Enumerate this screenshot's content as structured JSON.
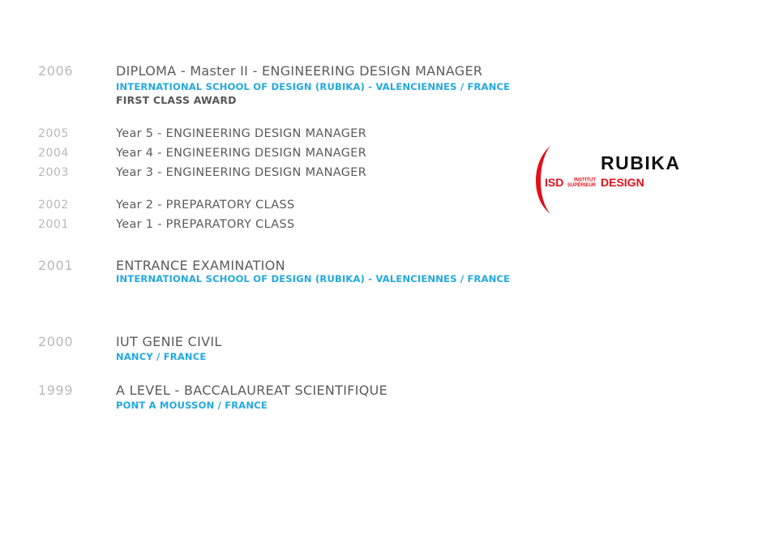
{
  "entries": [
    {
      "year": "2006",
      "title": "DIPLOMA - Master II - ENGINEERING DESIGN MANAGER",
      "sub": "INTERNATIONAL SCHOOL OF DESIGN (RUBIKA) - VALENCIENNES / FRANCE",
      "note": "FIRST CLASS AWARD"
    },
    {
      "year": "2005",
      "title": "Year 5 - ENGINEERING DESIGN MANAGER"
    },
    {
      "year": "2004",
      "title": "Year 4 - ENGINEERING DESIGN MANAGER"
    },
    {
      "year": "2003",
      "title": "Year 3 - ENGINEERING DESIGN MANAGER"
    },
    {
      "year": "2002",
      "title": "Year 2 - PREPARATORY CLASS"
    },
    {
      "year": "2001",
      "title": "Year 1 - PREPARATORY CLASS"
    },
    {
      "year": "2001",
      "title": "ENTRANCE EXAMINATION",
      "sub": "INTERNATIONAL SCHOOL OF DESIGN (RUBIKA) - VALENCIENNES / FRANCE"
    },
    {
      "year": "2000",
      "title": "IUT GENIE CIVIL",
      "sub": "NANCY / FRANCE"
    },
    {
      "year": "1999",
      "title": "A LEVEL - BACCALAUREAT SCIENTIFIQUE",
      "sub": "PONT A MOUSSON / FRANCE"
    }
  ],
  "logo": {
    "name": "RUBIKA",
    "isd": "ISD",
    "institut": "INSTITUT",
    "superieur": "SUPÉRIEUR",
    "design": "DESIGN",
    "colors": {
      "red": "#e3101a",
      "black": "#111111"
    }
  },
  "colors": {
    "year": "#b9b9b9",
    "title": "#5b5b5b",
    "accent": "#22a9e1"
  }
}
